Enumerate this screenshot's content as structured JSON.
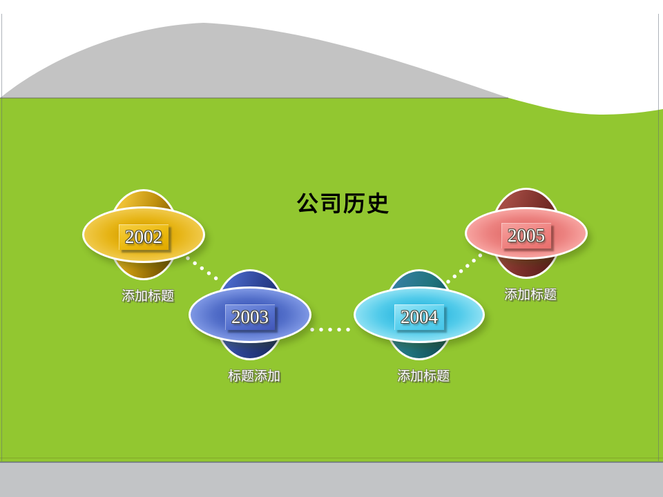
{
  "slide": {
    "title": "公司历史",
    "nodes": [
      {
        "year": "2002",
        "label": "添加标题",
        "theme": "gold"
      },
      {
        "year": "2003",
        "label": "标题添加",
        "theme": "blue"
      },
      {
        "year": "2004",
        "label": "添加标题",
        "theme": "cyan"
      },
      {
        "year": "2005",
        "label": "添加标题",
        "theme": "red"
      }
    ],
    "colors": {
      "background_green": "#92C730",
      "hill_gray": "#C3C3C3",
      "footer_gray": "#C2C4C6",
      "node_gold": "#E6B415",
      "node_blue": "#5470CA",
      "node_cyan": "#52CBEA",
      "node_red": "#EC8280",
      "connector_dots": "#FFFFFF",
      "title_text": "#000000",
      "label_text": "#FFFFFF"
    }
  }
}
